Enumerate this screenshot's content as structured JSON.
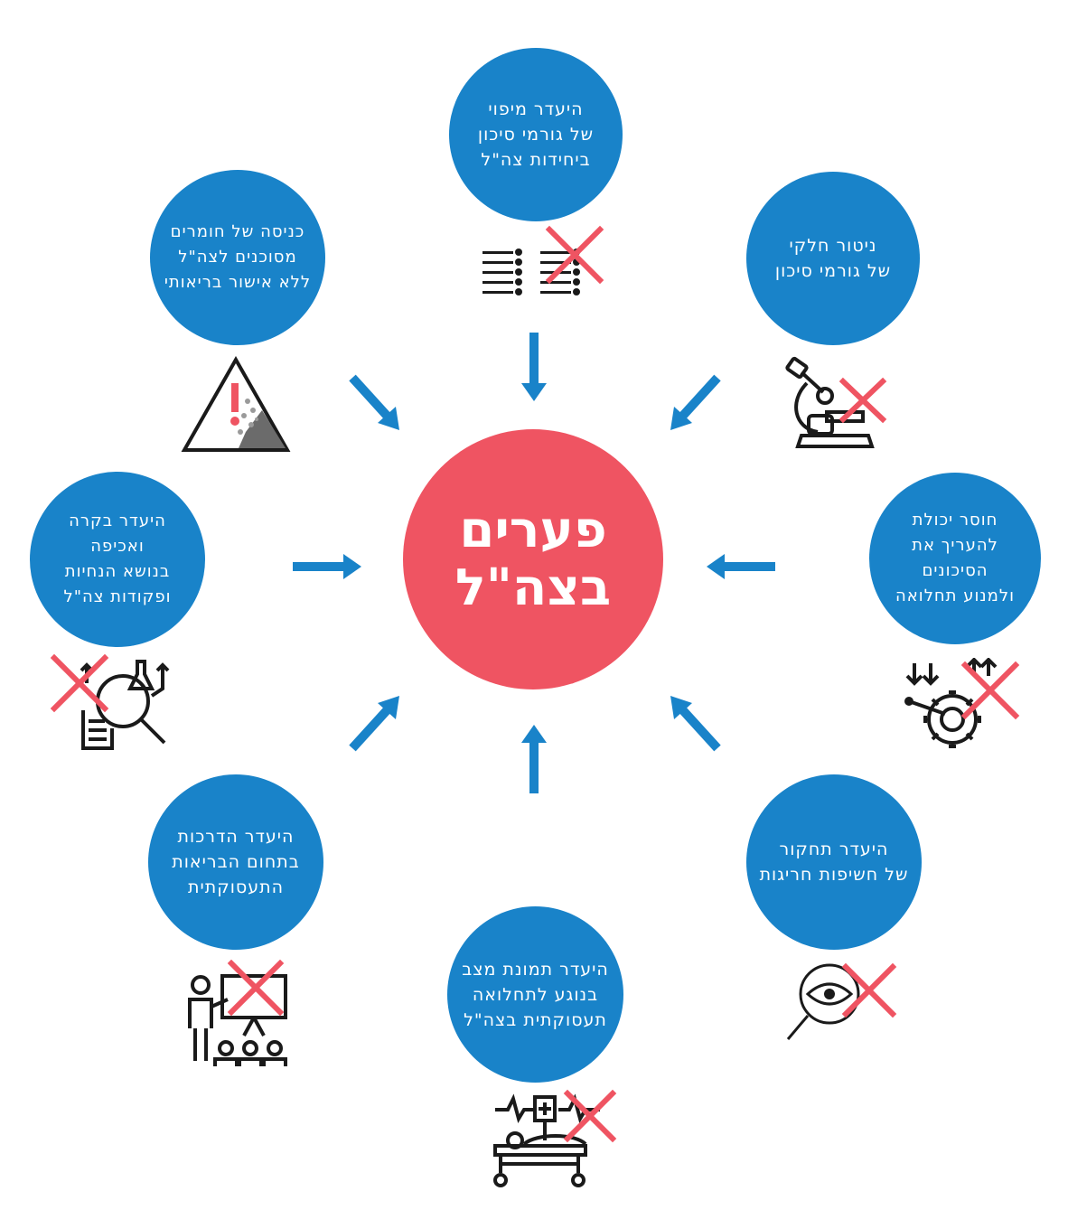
{
  "center": {
    "line1": "פערים",
    "line2": "בצה\"ל"
  },
  "colors": {
    "bubble": "#1983c9",
    "center": "#ef5462",
    "cross": "#ef5462",
    "arrow": "#1983c9",
    "icon": "#1a1a1a"
  },
  "factors": [
    {
      "id": "mapping",
      "lines": [
        "היעדר מיפוי",
        "של גורמי סיכון",
        "ביחידות צה\"ל"
      ],
      "icon": "list-icon"
    },
    {
      "id": "monitoring",
      "lines": [
        "ניטור חלקי",
        "של גורמי סיכון"
      ],
      "icon": "microscope-icon"
    },
    {
      "id": "assessment",
      "lines": [
        "חוסר יכולת",
        "להעריך את הסיכונים",
        "ולמנוע תחלואה"
      ],
      "icon": "gear-process-icon"
    },
    {
      "id": "investigation",
      "lines": [
        "היעדר תחקור",
        "של חשיפות חריגות"
      ],
      "icon": "eye-magnifier-icon"
    },
    {
      "id": "status",
      "lines": [
        "היעדר תמונת מצב",
        "בנוגע לתחלואה",
        "תעסוקתית בצה\"ל"
      ],
      "icon": "hospital-bed-icon"
    },
    {
      "id": "training",
      "lines": [
        "היעדר הדרכות",
        "בתחום הבריאות",
        "התעסוקתית"
      ],
      "icon": "training-presentation-icon"
    },
    {
      "id": "enforcement",
      "lines": [
        "היעדר בקרה ואכיפה",
        "בנושא הנחיות",
        "ופקודות צה\"ל"
      ],
      "icon": "inspection-magnifier-icon"
    },
    {
      "id": "materials",
      "lines": [
        "כניסה של חומרים",
        "מסוכנים לצה\"ל",
        "ללא אישור בריאותי"
      ],
      "icon": "hazard-warning-icon"
    }
  ]
}
